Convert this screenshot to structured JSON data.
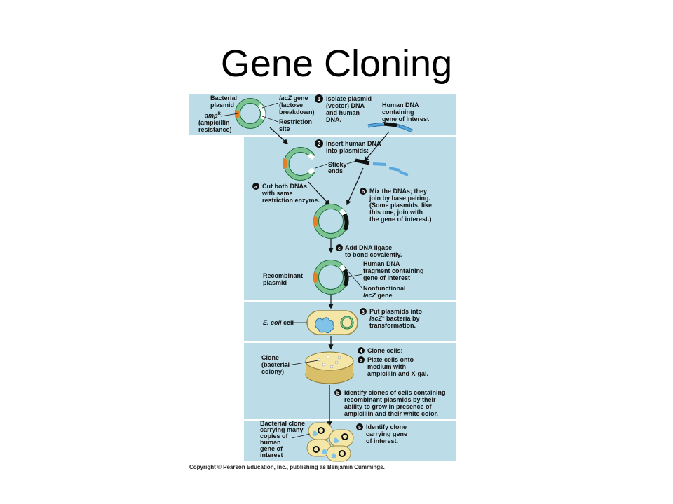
{
  "title": "Gene Cloning",
  "copyright": "Copyright © Pearson Education, Inc., publishing as Benjamin Cummings.",
  "colors": {
    "panel": "#bcdde8",
    "plasmid": "#7bc393",
    "orange": "#e67e22",
    "human": "#5aa8dd",
    "agar": "#f3e6a7"
  },
  "panel1": {
    "bacterial_plasmid": [
      "Bacterial",
      "plasmid"
    ],
    "ampr": [
      "amp",
      "R"
    ],
    "ampr_desc": [
      "(ampicillin",
      "resistance)"
    ],
    "lacz": [
      "lacZ",
      " gene"
    ],
    "lacz_desc": [
      "(lactose",
      "breakdown)"
    ],
    "restriction_site": [
      "Restriction",
      "site"
    ],
    "step_num": "1",
    "step_text": [
      "Isolate plasmid",
      "(vector) DNA",
      "and human",
      "DNA."
    ],
    "human_dna": [
      "Human DNA",
      "containing",
      "gene of interest"
    ]
  },
  "panel2": {
    "step_num": "2",
    "step_text": [
      "Insert human DNA",
      "into plasmids:"
    ],
    "sticky_ends": [
      "Sticky",
      "ends"
    ],
    "a_letter": "a",
    "a_text": [
      "Cut both DNAs",
      "with same",
      "restriction enzyme."
    ],
    "b_letter": "b",
    "b_text": [
      "Mix the DNAs; they",
      "join by base pairing.",
      "(Some plasmids, like",
      "this one, join with",
      "the gene of interest.)"
    ],
    "c_letter": "c",
    "c_text": [
      "Add DNA ligase",
      "to bond covalently."
    ],
    "recombinant": [
      "Recombinant",
      "plasmid"
    ],
    "human_fragment": [
      "Human DNA",
      "fragment containing",
      "gene of interest"
    ],
    "nonfunctional": [
      "Nonfunctional",
      "lacZ",
      " gene"
    ]
  },
  "panel3": {
    "ecoli": [
      "E. coli",
      " cell"
    ],
    "step_num": "3",
    "step_text_1": "Put plasmids into",
    "step_text_2a": "lacZ",
    "step_text_2b": "−",
    "step_text_2c": " bacteria by",
    "step_text_3": "transformation."
  },
  "panel4": {
    "clone": [
      "Clone",
      "(bacterial",
      "colony)"
    ],
    "step_num": "4",
    "step_text": "Clone cells:",
    "a_letter": "a",
    "a_text": [
      "Plate cells onto",
      "medium with",
      "ampicillin and X-gal."
    ],
    "b_letter": "b",
    "b_text": [
      "Identify clones of cells containing",
      "recombinant plasmids by their",
      "ability to grow in presence of",
      "ampicillin and their white color."
    ]
  },
  "panel5": {
    "bacterial_clone": [
      "Bacterial clone",
      "carrying many",
      "copies of",
      "human",
      "gene of",
      "interest"
    ],
    "step_num": "5",
    "step_text": [
      "Identify clone",
      "carrying gene",
      "of interest."
    ]
  }
}
